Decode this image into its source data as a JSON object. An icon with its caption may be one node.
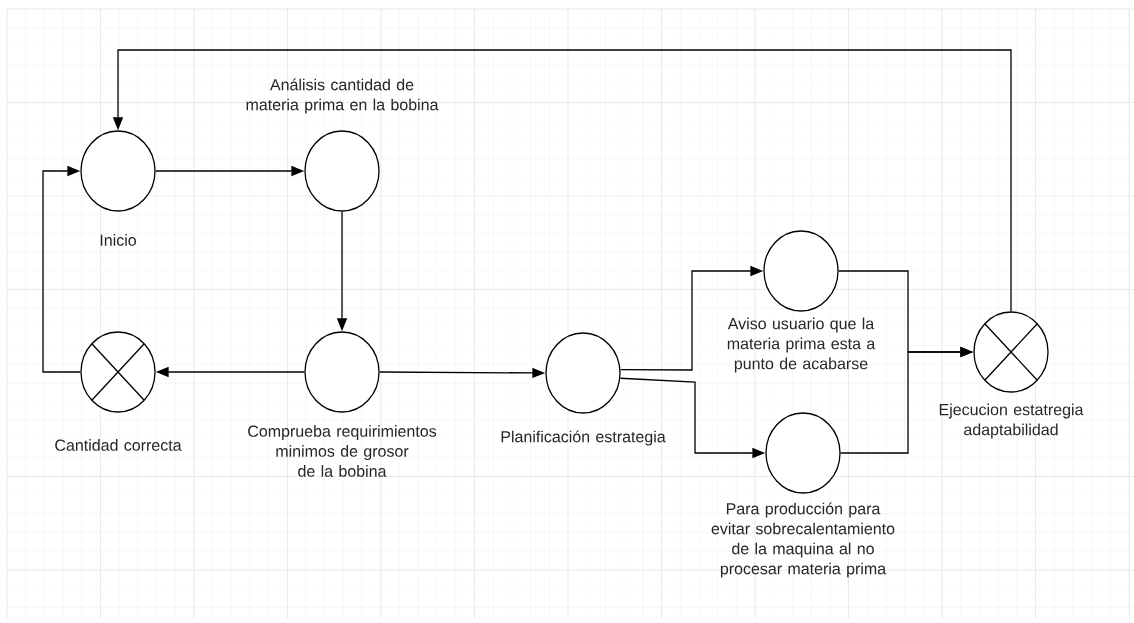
{
  "diagram": {
    "nodes": [
      {
        "text": [],
        "shape": "circle",
        "beside": [
          "Inicio"
        ]
      },
      {
        "text": [],
        "shape": "circle",
        "beside": [
          "Análisis cantidad de materia prima en la bobina"
        ]
      },
      {
        "text": [],
        "shape": "circle",
        "beside": [
          "Comprueba requirimientos minimos de grosor de la bobina"
        ]
      },
      {
        "text": [],
        "shape": "crossed-circle",
        "beside": [
          "Cantidad correcta"
        ]
      },
      {
        "text": [],
        "shape": "circle",
        "beside": [
          "Planificación estrategia"
        ]
      },
      {
        "text": [],
        "shape": "circle",
        "beside": [
          "Aviso usuario que la materia prima esta a punto de acabarse"
        ]
      },
      {
        "text": [],
        "shape": "circle",
        "beside": [
          "Para producción para evitar sobrecalentamiento de la maquina al no procesar materia prima"
        ]
      },
      {
        "text": [],
        "shape": "crossed-circle",
        "beside": [
          "Ejecucion estatregia adaptabilidad"
        ]
      }
    ],
    "edges": [
      {
        "from": 0,
        "to": 1,
        "arrow": "to"
      },
      {
        "from": 1,
        "to": 2,
        "arrow": "to"
      },
      {
        "from": 2,
        "to": 3,
        "arrow": "to"
      },
      {
        "from": 3,
        "to": 0,
        "arrow": "to"
      },
      {
        "from": 2,
        "to": 4,
        "arrow": "to"
      },
      {
        "from": 4,
        "to": 5,
        "arrow": "to"
      },
      {
        "from": 4,
        "to": 6,
        "arrow": "to"
      },
      {
        "from": 5,
        "to": 7,
        "arrow": "to"
      },
      {
        "from": 6,
        "to": 7,
        "arrow": "to"
      },
      {
        "from": 7,
        "to": 0,
        "arrow": "to"
      }
    ]
  }
}
